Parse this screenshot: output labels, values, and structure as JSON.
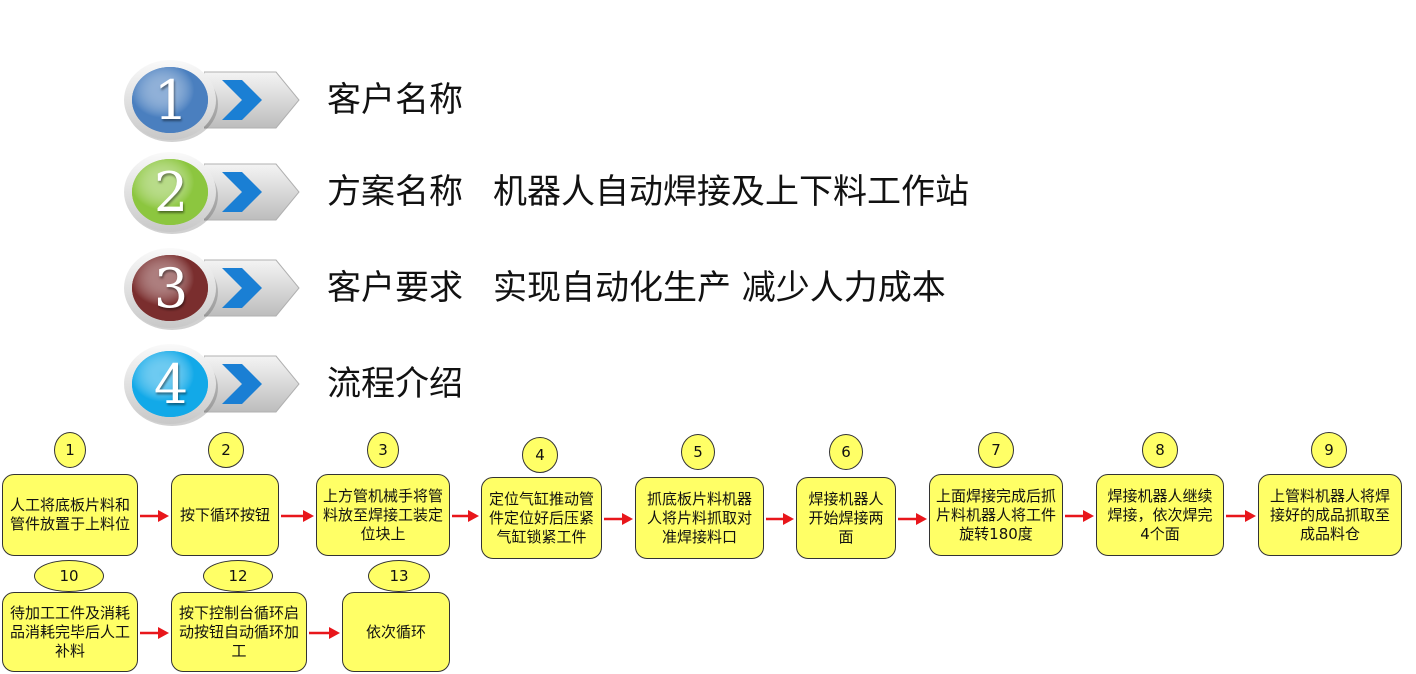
{
  "header_rows": [
    {
      "number": "1",
      "label": "客户名称",
      "value": "",
      "color": "#4a7fbf"
    },
    {
      "number": "2",
      "label": "方案名称",
      "value": "机器人自动焊接及上下料工作站",
      "color": "#8cc63f"
    },
    {
      "number": "3",
      "label": "客户要求",
      "value": "实现自动化生产 减少人力成本",
      "color": "#7a2e2e"
    },
    {
      "number": "4",
      "label": "流程介绍",
      "value": "",
      "color": "#12a9e8"
    }
  ],
  "chevron_color": "#1a7fd4",
  "box_color": "#ffff66",
  "arrow_color": "#e8161b",
  "flow_steps": [
    {
      "step": "1",
      "text": "人工将底板片料和管件放置于上料位"
    },
    {
      "step": "2",
      "text": "按下循环按钮"
    },
    {
      "step": "3",
      "text": "上方管机械手将管料放至焊接工装定位块上"
    },
    {
      "step": "4",
      "text": "定位气缸推动管件定位好后压紧气缸锁紧工件"
    },
    {
      "step": "5",
      "text": "抓底板片料机器人将片料抓取对准焊接料口"
    },
    {
      "step": "6",
      "text": "焊接机器人开始焊接两面"
    },
    {
      "step": "7",
      "text": "上面焊接完成后抓片料机器人将工件旋转180度"
    },
    {
      "step": "8",
      "text": "焊接机器人继续焊接，依次焊完4个面"
    },
    {
      "step": "9",
      "text": "上管料机器人将焊接好的成品抓取至成品料仓"
    },
    {
      "step": "10",
      "text": "待加工工件及消耗品消耗完毕后人工补料"
    },
    {
      "step": "12",
      "text": "按下控制台循环启动按钮自动循环加工"
    },
    {
      "step": "13",
      "text": "依次循环"
    }
  ]
}
